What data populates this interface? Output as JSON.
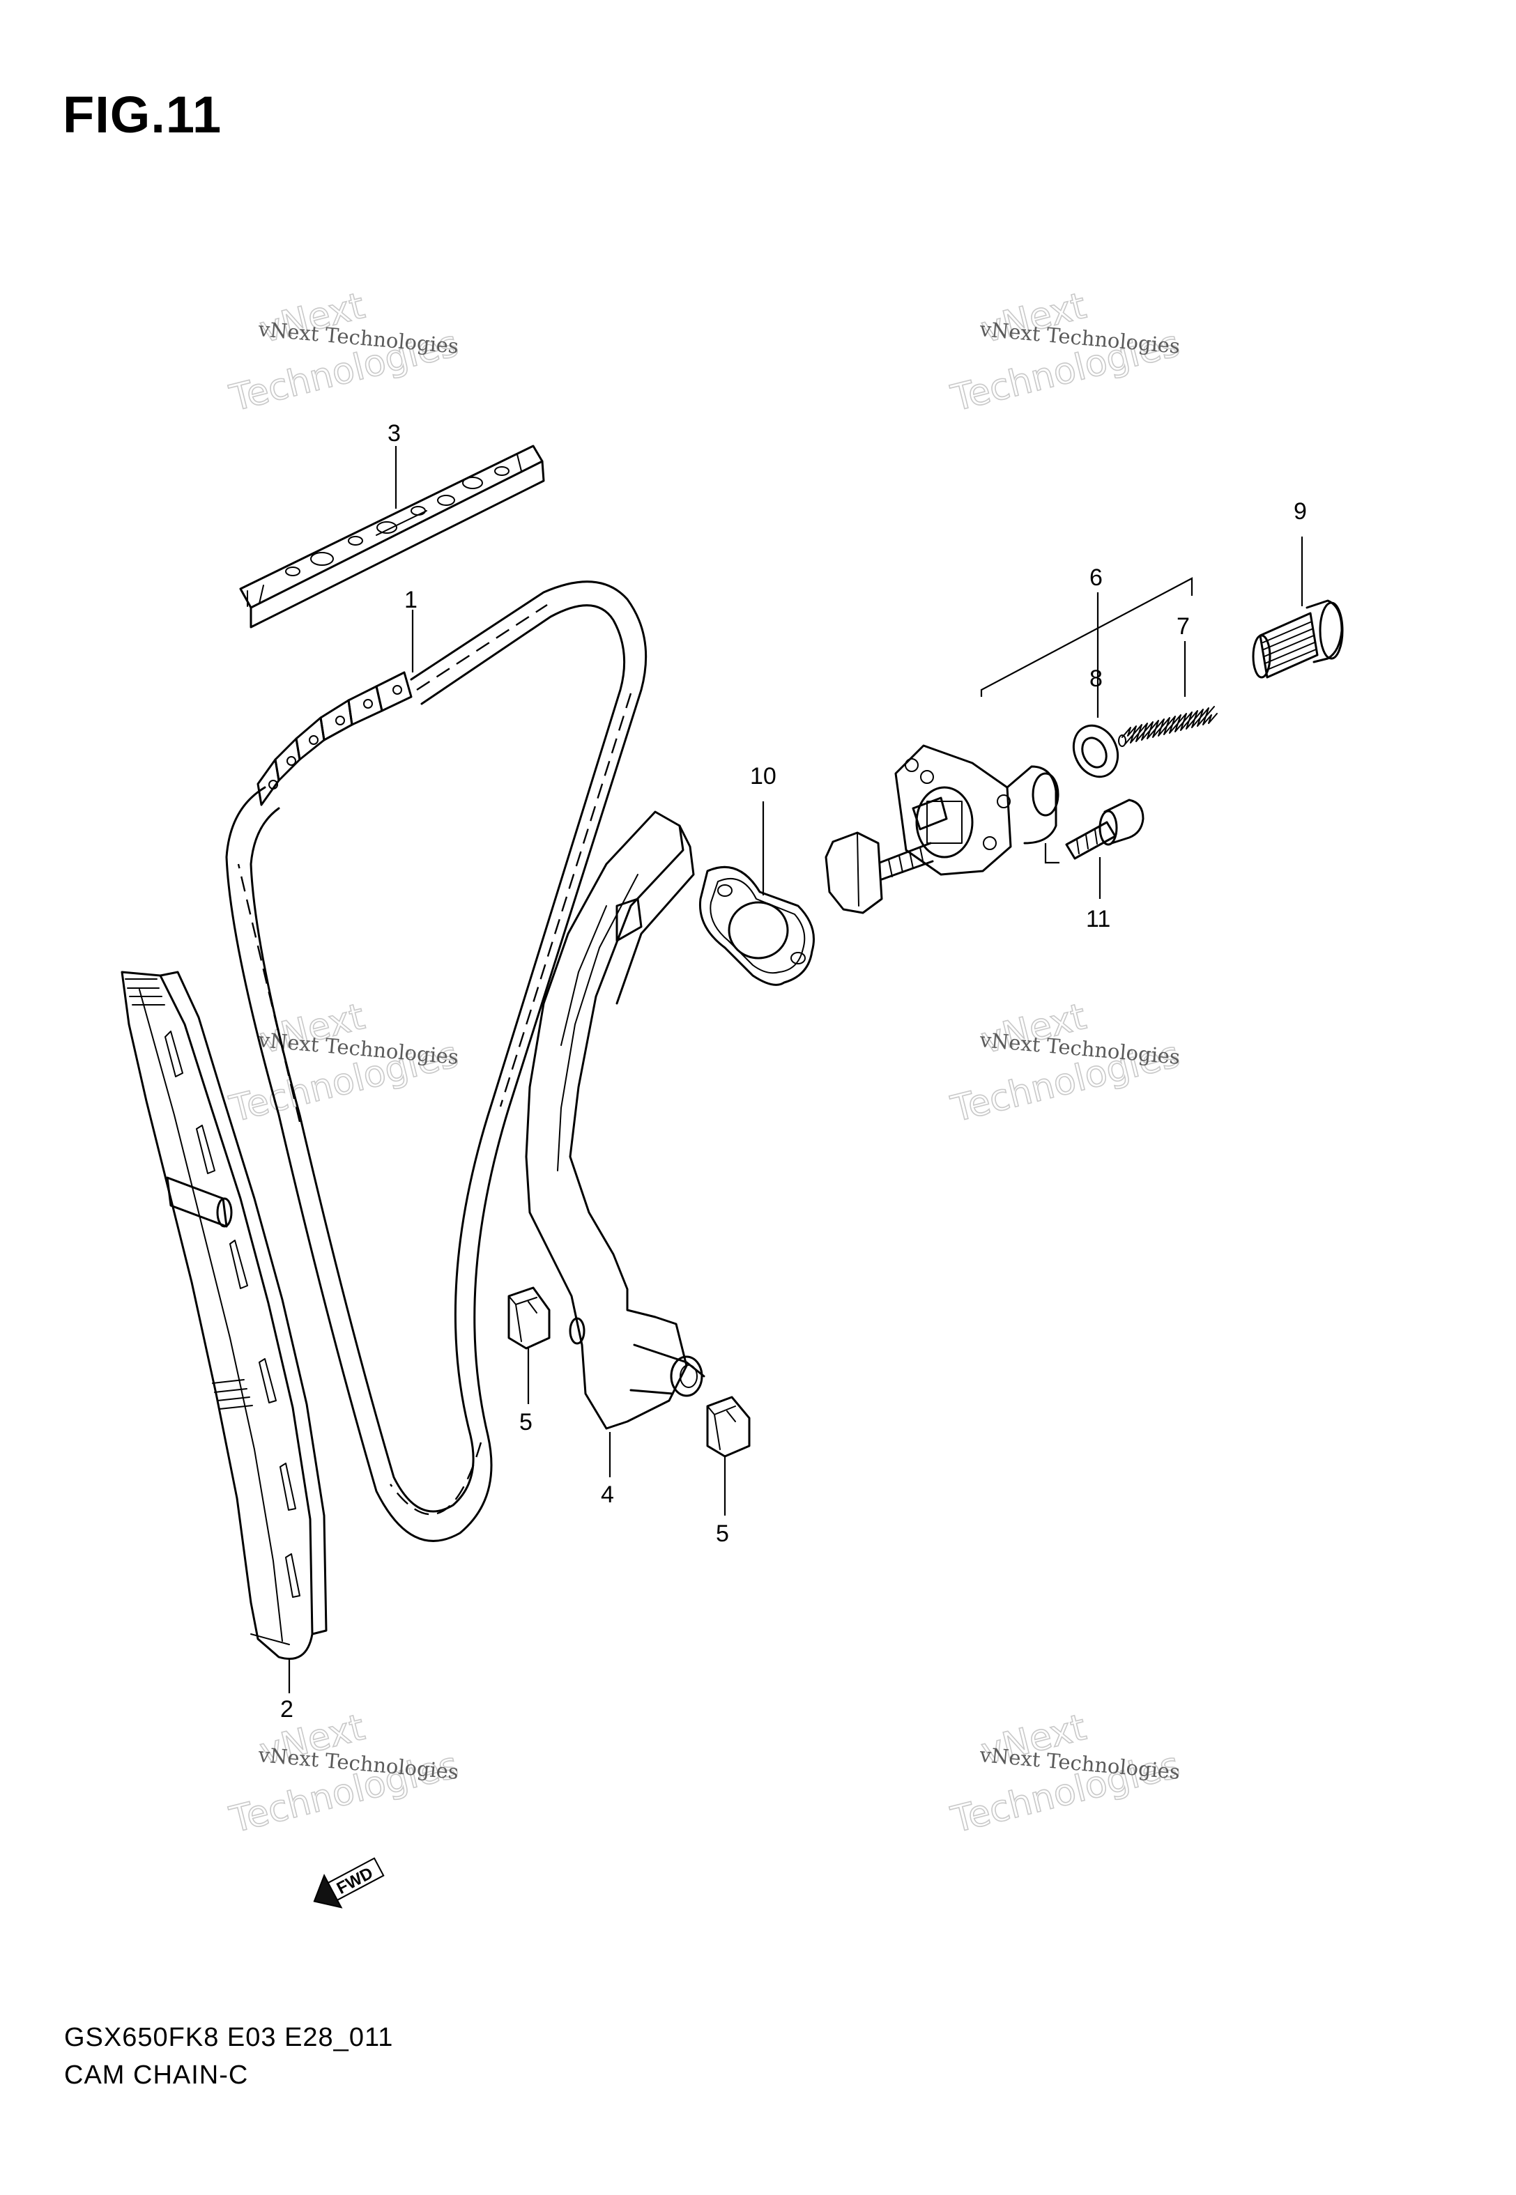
{
  "figure": {
    "title": "FIG.11",
    "model_code": "GSX650FK8 E03 E28_011",
    "diagram_name": "CAM CHAIN-C"
  },
  "callouts": [
    "1",
    "2",
    "3",
    "4",
    "5",
    "5",
    "6",
    "7",
    "8",
    "9",
    "10",
    "11"
  ],
  "fwd_label": "FWD",
  "watermark": {
    "line1": "vNext",
    "line2": "vNext Technologies",
    "line3": "Technologies"
  }
}
